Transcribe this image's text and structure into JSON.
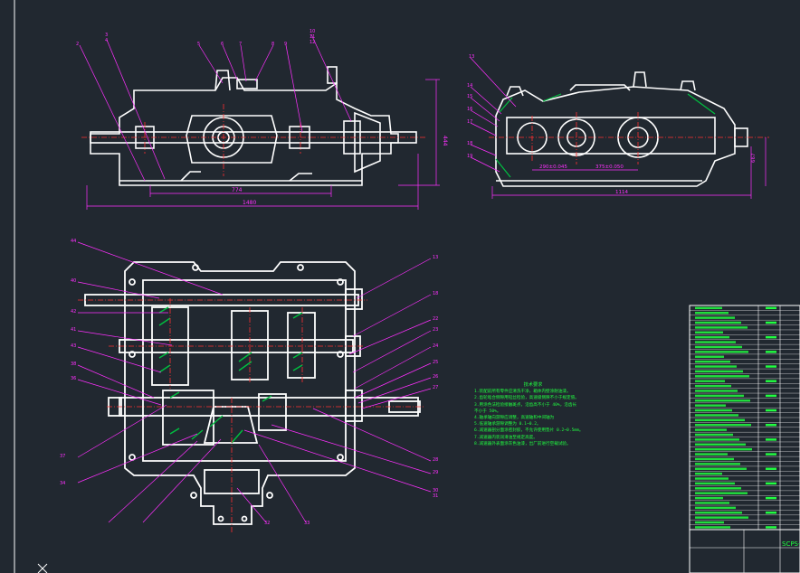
{
  "colors": {
    "background": "#212830",
    "outline": "#ffffff",
    "dimension": "#ff30ff",
    "centerline": "#ff3030",
    "notes": "#20ff40",
    "hatch": "#00c040"
  },
  "front_view": {
    "dims": {
      "overall_length": "1480",
      "center_span": "774",
      "height": "444"
    },
    "leaders": [
      "2",
      "3",
      "4",
      "5",
      "6",
      "7",
      "8",
      "9",
      "10",
      "11",
      "12"
    ]
  },
  "side_view": {
    "dims": {
      "center_dist_1": "290±0.045",
      "center_dist_2": "375±0.050",
      "width": "1114",
      "height": "667"
    },
    "leaders": [
      "13",
      "14",
      "15",
      "16",
      "17",
      "18",
      "19"
    ]
  },
  "plan_view": {
    "leaders_left": [
      "44",
      "40",
      "42",
      "41",
      "43",
      "38",
      "36",
      "37",
      "34"
    ],
    "leaders_right": [
      "13",
      "18",
      "22",
      "23",
      "24",
      "25",
      "26",
      "27",
      "28",
      "29",
      "30",
      "31",
      "32",
      "33"
    ]
  },
  "tech_notes": {
    "title": "技术要求",
    "lines": [
      "1.装配前所有零件应清洗干净，箱体内壁涂耐油漆。",
      "2.齿轮啮合侧隙用铅丝检验，高速级侧隙不小于规定值。",
      "3.用涂色法检验接触斑点，沿齿高不小于 40%，沿齿长",
      "  不小于 50%。",
      "4.轴承轴向游隙应调整，高速轴和中间轴为",
      "5.低速轴承游隙调整为 0.1~0.2。",
      "6.减速器剖分面涂密封胶，不允许使用垫片 0.2~0.5mm。",
      "7.减速器内装润滑油至规定高度。",
      "8.减速器外表面涂灰色油漆，出厂前进行空载试验。"
    ]
  },
  "title_block": {
    "drawing_no": "SCPS-",
    "table_rows": 46
  }
}
